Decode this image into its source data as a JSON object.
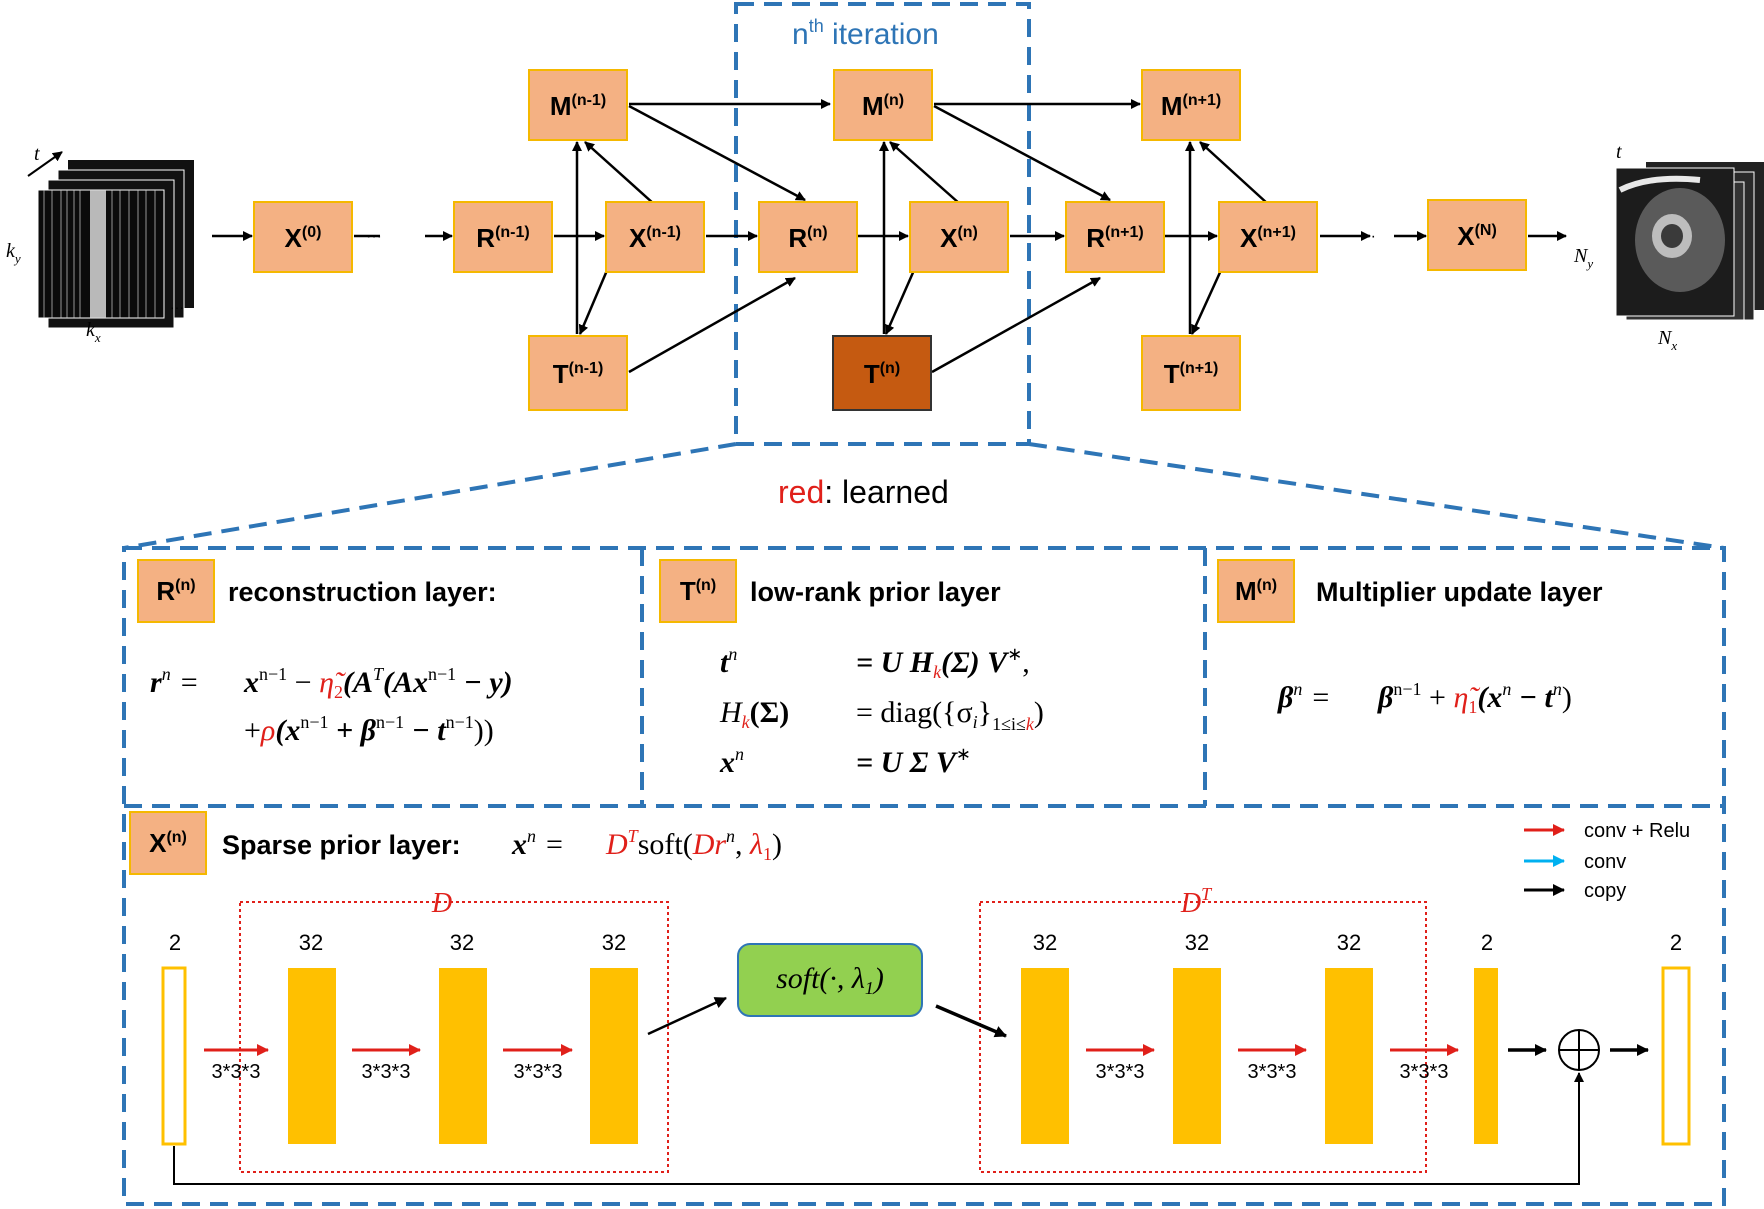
{
  "colors": {
    "node_fill": "#F4B183",
    "node_border": "#F5B800",
    "node_highlight": "#C55A11",
    "dashed_blue": "#2E75B6",
    "feature_map": "#FFC000",
    "soft_fill": "#92D050",
    "red": "#E0201A",
    "cyan": "#00B0F0"
  },
  "top": {
    "iteration_label": "n",
    "iteration_sup": "th",
    "iteration_rest": " iteration",
    "input_axes": {
      "t": "t",
      "ky": "k",
      "ky_sub": "y",
      "kx": "k",
      "kx_sub": "x"
    },
    "output_axes": {
      "t": "t",
      "ny": "N",
      "ny_sub": "y",
      "nx": "N",
      "nx_sub": "x"
    },
    "ellipsis": "···",
    "nodes": [
      {
        "id": "x0",
        "base": "X",
        "sup": "(0)"
      },
      {
        "id": "r_prev",
        "base": "R",
        "sup": "(n-1)"
      },
      {
        "id": "x_prev",
        "base": "X",
        "sup": "(n-1)"
      },
      {
        "id": "m_prev",
        "base": "M",
        "sup": "(n-1)"
      },
      {
        "id": "t_prev",
        "base": "T",
        "sup": "(n-1)"
      },
      {
        "id": "r_n",
        "base": "R",
        "sup": "(n)"
      },
      {
        "id": "x_n",
        "base": "X",
        "sup": "(n)"
      },
      {
        "id": "m_n",
        "base": "M",
        "sup": "(n)"
      },
      {
        "id": "t_n",
        "base": "T",
        "sup": "(n)"
      },
      {
        "id": "r_next",
        "base": "R",
        "sup": "(n+1)"
      },
      {
        "id": "x_next",
        "base": "X",
        "sup": "(n+1)"
      },
      {
        "id": "m_next",
        "base": "M",
        "sup": "(n+1)"
      },
      {
        "id": "t_next",
        "base": "T",
        "sup": "(n+1)"
      },
      {
        "id": "x_N",
        "base": "X",
        "sup": "(N)"
      }
    ]
  },
  "legend_note": {
    "red_word": "red",
    "rest": ": learned"
  },
  "panels": {
    "recon": {
      "badge_base": "R",
      "badge_sup": "(n)",
      "title": "reconstruction layer:",
      "eq_lhs": "r",
      "eq_lhs_sup": "n",
      "eq_eq": "=",
      "line1_a": "x",
      "line1_a_sup": "n−1",
      "line1_minus": " − ",
      "line1_eta": "η̃",
      "line1_eta_sub": "2",
      "line1_b": "(A",
      "line1_b_sup": "T",
      "line1_c": "(Ax",
      "line1_c_sup": "n−1",
      "line1_d": " − y)",
      "line2_plus": "+",
      "line2_rho": "ρ",
      "line2_a": "(x",
      "line2_a_sup": "n−1",
      "line2_b": " + β",
      "line2_b_sup": "n−1",
      "line2_c": " − t",
      "line2_c_sup": "n−1",
      "line2_d": "))"
    },
    "lowrank": {
      "badge_base": "T",
      "badge_sup": "(n)",
      "title": "low-rank prior layer",
      "row1_lhs": "t",
      "row1_lhs_sup": "n",
      "row1_rhs_a": "= U H",
      "row1_rhs_k": "k",
      "row1_rhs_b": "(Σ) V",
      "row1_rhs_sup": "∗",
      "row1_rhs_c": ",",
      "row2_lhs_a": "H",
      "row2_lhs_k": "k",
      "row2_lhs_b": "(Σ)",
      "row2_rhs_a": "= diag({σ",
      "row2_rhs_i": "i",
      "row2_rhs_b": "}",
      "row2_rhs_sub": "1≤i≤",
      "row2_rhs_k": "k",
      "row2_rhs_c": ")",
      "row3_lhs": "x",
      "row3_lhs_sup": "n",
      "row3_rhs": "= U Σ V",
      "row3_rhs_sup": "∗"
    },
    "multiplier": {
      "badge_base": "M",
      "badge_sup": "(n)",
      "title": "Multiplier update layer",
      "lhs": "β",
      "lhs_sup": "n",
      "eq": "=",
      "rhs_a": "β",
      "rhs_a_sup": "n−1",
      "rhs_plus": " + ",
      "eta": "η̃",
      "eta_sub": "1",
      "rhs_b": "(x",
      "rhs_b_sup": "n",
      "rhs_c": " − t",
      "rhs_c_sup": "n",
      "rhs_d": ")"
    },
    "sparse": {
      "badge_base": "X",
      "badge_sup": "(n)",
      "title": "Sparse prior layer:",
      "eq_lhs": "x",
      "eq_lhs_sup": "n",
      "eq_eq": "=",
      "eq_D": "D",
      "eq_D_sup": "T",
      "eq_soft": "soft(",
      "eq_Dr": "Dr",
      "eq_Dr_sup": "n",
      "eq_comma": ", ",
      "eq_lambda": "λ",
      "eq_lambda_sub": "1",
      "eq_close": ")",
      "legend": [
        "conv + Relu",
        "conv",
        "copy"
      ],
      "D_label": "D",
      "DT_label": "D",
      "DT_sup": "T",
      "soft_label": "soft(·, λ",
      "soft_sub": "1",
      "soft_close": ")",
      "counts": [
        "2",
        "32",
        "32",
        "32",
        "32",
        "32",
        "32",
        "2",
        "2"
      ],
      "kernels": [
        "3*3*3",
        "3*3*3",
        "3*3*3",
        "3*3*3",
        "3*3*3",
        "3*3*3"
      ],
      "plus_symbol": "⊕"
    }
  }
}
